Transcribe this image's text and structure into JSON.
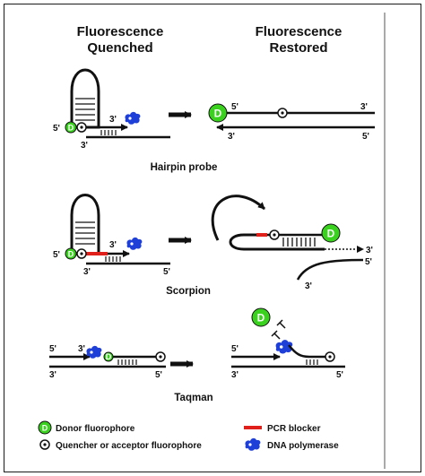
{
  "headers": {
    "left_line1": "Fluorescence",
    "left_line2": "Quenched",
    "right_line1": "Fluorescence",
    "right_line2": "Restored"
  },
  "captions": {
    "hairpin": "Hairpin probe",
    "scorpion": "Scorpion",
    "taqman": "Taqman"
  },
  "strand_labels": {
    "five_prime": "5'",
    "three_prime": "3'"
  },
  "donor_letter": "D",
  "legend": {
    "donor": "Donor fluorophore",
    "quencher": "Quencher or acceptor fluorophore",
    "blocker": "PCR blocker",
    "polymerase": "DNA polymerase"
  },
  "colors": {
    "donor": "#3ad21f",
    "polymerase": "#1f3fd9",
    "blocker": "#e0201b",
    "line": "#111111"
  },
  "icons": [
    "donor-fluorophore-icon",
    "quencher-icon",
    "pcr-blocker-icon",
    "dna-polymerase-icon",
    "arrow-icon"
  ]
}
